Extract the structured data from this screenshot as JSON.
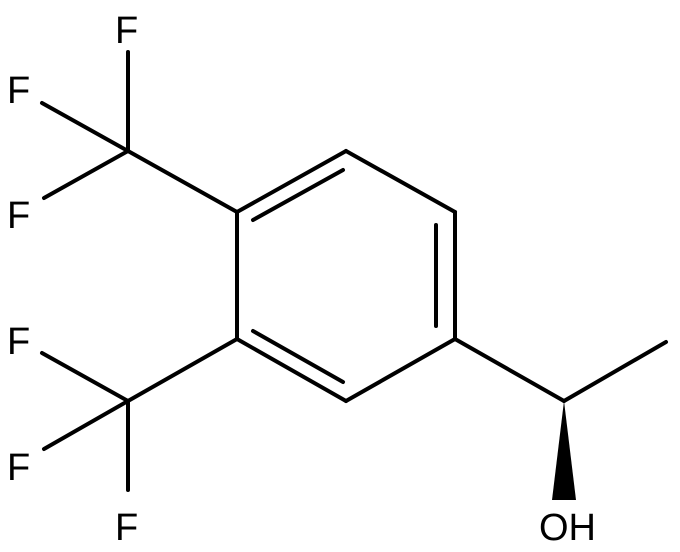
{
  "molecule": {
    "atom_labels": {
      "f1": "F",
      "f2": "F",
      "f3": "F",
      "f4": "F",
      "f5": "F",
      "f6": "F",
      "oh": "OH"
    }
  },
  "colors": {
    "bond": "#000000",
    "background": "#ffffff"
  }
}
